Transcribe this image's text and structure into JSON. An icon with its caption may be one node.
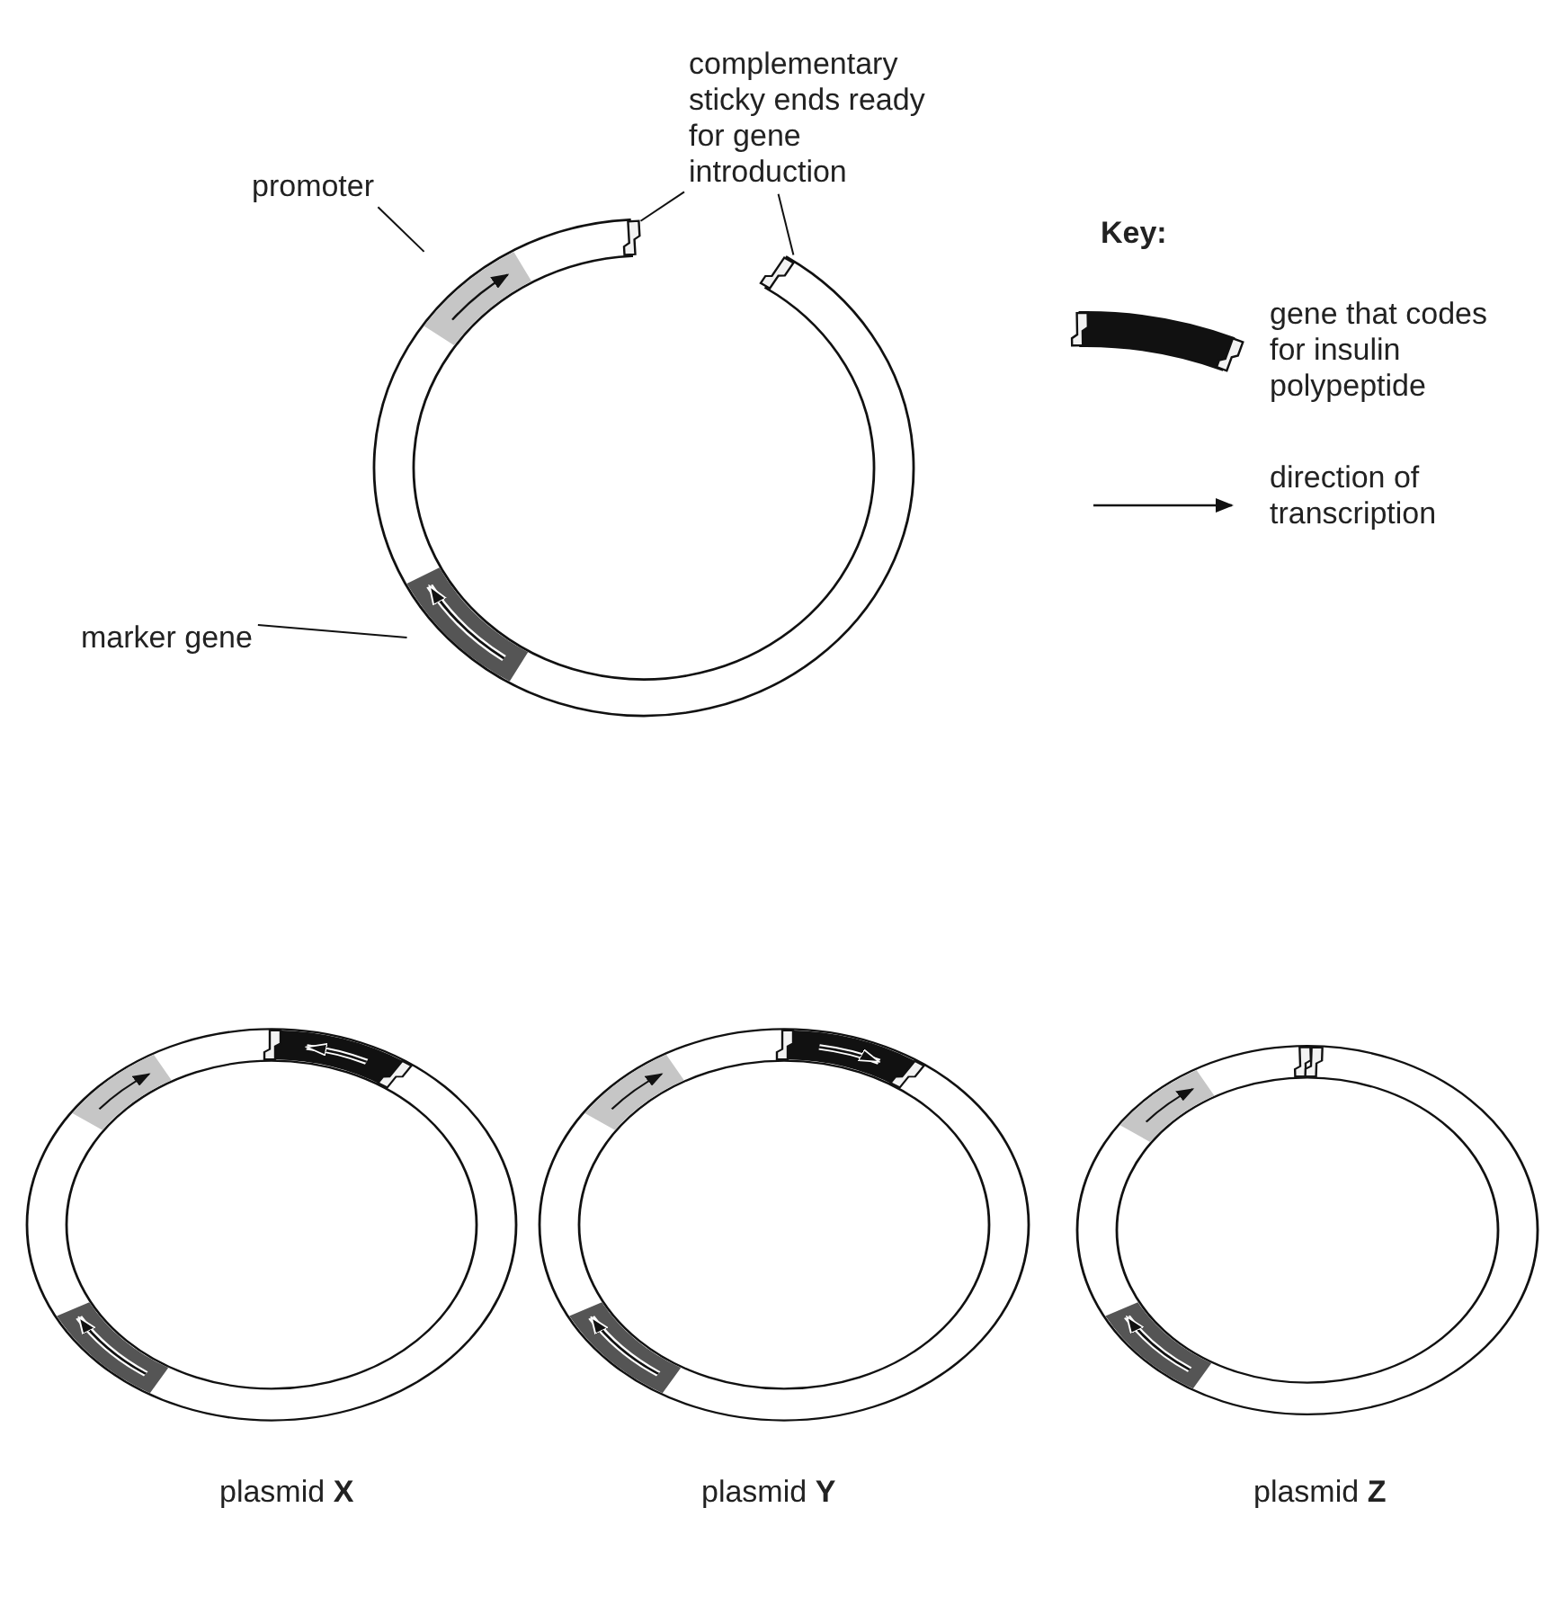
{
  "diagram": {
    "nodes": [
      {
        "text": [
          "promoter"
        ]
      },
      {
        "text": [],
        "shape": "bar"
      },
      {
        "text": [
          "complementary sticky ends ready for gene introduction"
        ]
      },
      {
        "text": [],
        "shape": "box"
      },
      {
        "text": [],
        "shape": "box"
      },
      {
        "text": [
          "marker gene"
        ]
      },
      {
        "text": [],
        "shape": "bar"
      },
      {
        "text": [],
        "shape": "bar"
      },
      {
        "text": [],
        "shape": "box"
      },
      {
        "text": [],
        "shape": "bar"
      },
      {
        "text": [],
        "shape": "box"
      },
      {
        "text": [],
        "shape": "bar"
      },
      {
        "text": [],
        "shape": "bar"
      },
      {
        "text": [],
        "shape": "box"
      },
      {
        "text": [],
        "shape": "bar"
      },
      {
        "text": [],
        "shape": "box"
      },
      {
        "text": [],
        "shape": "bar"
      },
      {
        "text": [],
        "shape": "bar"
      },
      {
        "text": [],
        "shape": "box"
      },
      {
        "text": [],
        "shape": "box"
      },
      {
        "text": [],
        "shape": "bar"
      }
    ],
    "edges": [
      {
        "from": 0,
        "to": 1,
        "arrow": "none"
      },
      {
        "from": 2,
        "to": 3,
        "arrow": "none"
      },
      {
        "from": 2,
        "to": 4,
        "arrow": "none"
      },
      {
        "from": 5,
        "to": 6,
        "arrow": "none"
      }
    ],
    "labels": [
      "Key:",
      "plasmid **X**",
      "plasmid **Y**",
      "plasmid **Z**"
    ],
    "legend": [
      {
        "text": "gene that codes for insulin polypeptide"
      },
      {
        "text": "direction of transcription"
      }
    ]
  }
}
